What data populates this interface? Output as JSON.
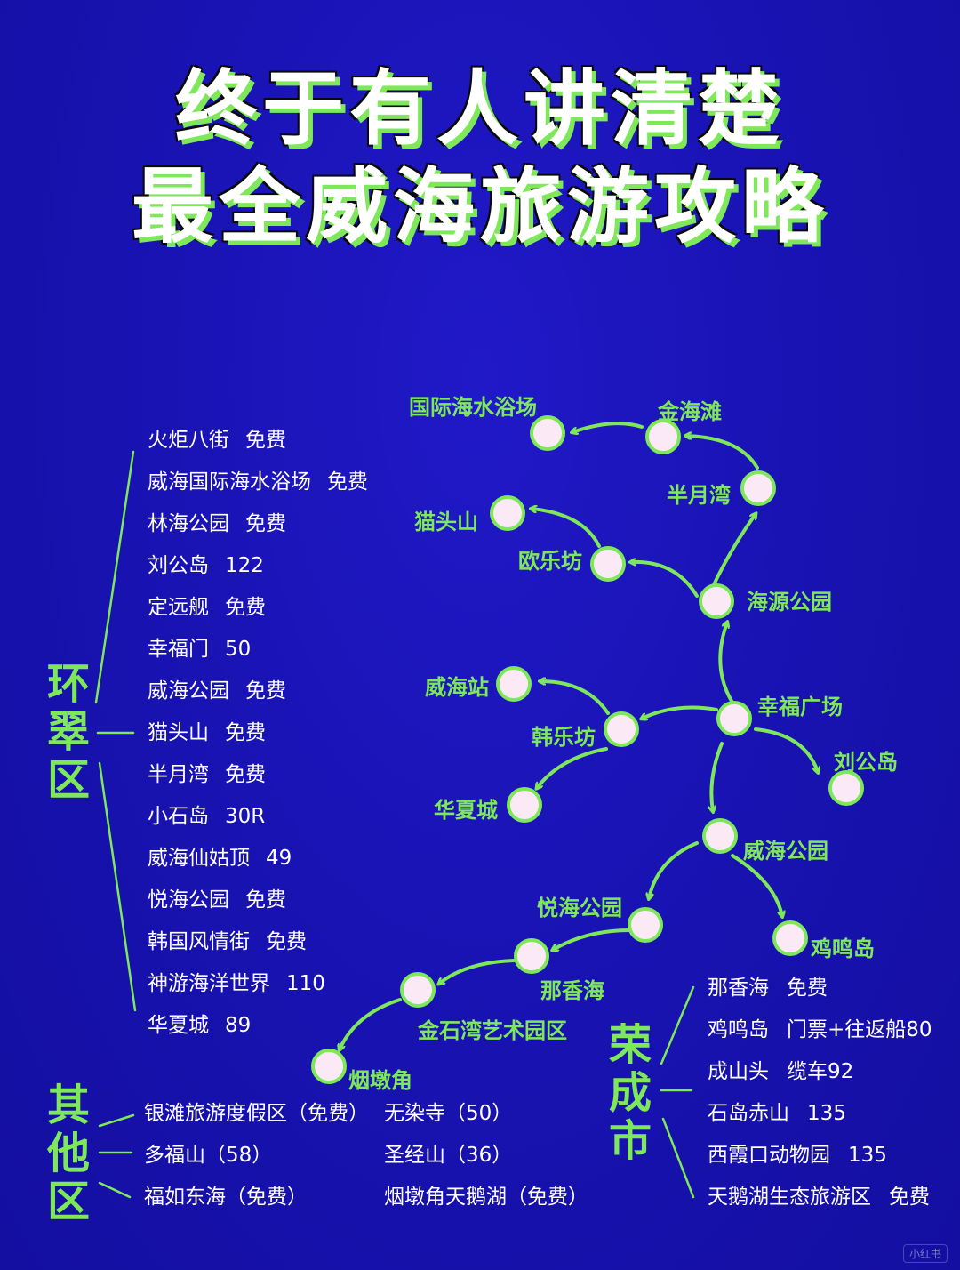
{
  "title": {
    "line1": "终于有人讲清楚",
    "line2": "最全威海旅游攻略"
  },
  "colors": {
    "background": "#1a14b8",
    "accent": "#7ee85a",
    "node_fill": "#fbeaf5",
    "text": "#ffffff"
  },
  "regions": {
    "huancui": {
      "name": "环翠区",
      "items": [
        {
          "name": "火炬八街",
          "price": "免费"
        },
        {
          "name": "威海国际海水浴场",
          "price": "免费"
        },
        {
          "name": "林海公园",
          "price": "免费"
        },
        {
          "name": "刘公岛",
          "price": "122"
        },
        {
          "name": "定远舰",
          "price": "免费"
        },
        {
          "name": "幸福门",
          "price": "50"
        },
        {
          "name": "威海公园",
          "price": "免费"
        },
        {
          "name": "猫头山",
          "price": "免费"
        },
        {
          "name": "半月湾",
          "price": "免费"
        },
        {
          "name": "小石岛",
          "price": "30R"
        },
        {
          "name": "威海仙姑顶",
          "price": "49"
        },
        {
          "name": "悦海公园",
          "price": "免费"
        },
        {
          "name": "韩国风情街",
          "price": "免费"
        },
        {
          "name": "神游海洋世界",
          "price": "110"
        },
        {
          "name": "华夏城",
          "price": "89"
        }
      ]
    },
    "rongcheng": {
      "name": "荣成市",
      "items": [
        {
          "name": "那香海",
          "price": "免费"
        },
        {
          "name": "鸡鸣岛",
          "price": "门票+往返船80"
        },
        {
          "name": "成山头",
          "price": "缆车92"
        },
        {
          "name": "石岛赤山",
          "price": "135"
        },
        {
          "name": "西霞口动物园",
          "price": "135"
        },
        {
          "name": "天鹅湖生态旅游区",
          "price": "免费"
        }
      ]
    },
    "qita": {
      "name": "其他区",
      "col1": [
        "银滩旅游度假区（免费）",
        "多福山（58）",
        "福如东海（免费）"
      ],
      "col2": [
        "无染寺（50）",
        "圣经山（36）",
        "烟墩角天鹅湖（免费）"
      ]
    }
  },
  "route": {
    "nodes": {
      "guoji": "国际海水浴场",
      "jinhaitan": "金海滩",
      "banyuewan": "半月湾",
      "maotoushan": "猫头山",
      "oulefang": "欧乐坊",
      "haiyuan": "海源公园",
      "weihaizhan": "威海站",
      "xingfu": "幸福广场",
      "hanlefang": "韩乐坊",
      "liugongdao": "刘公岛",
      "huaxiacheng": "华夏城",
      "weihaigongyuan": "威海公园",
      "yuehai": "悦海公园",
      "jimingdao": "鸡鸣岛",
      "naxianghai": "那香海",
      "jinshiwan": "金石湾艺术园区",
      "yandunjiao": "烟墩角"
    }
  },
  "watermark": "小红书"
}
